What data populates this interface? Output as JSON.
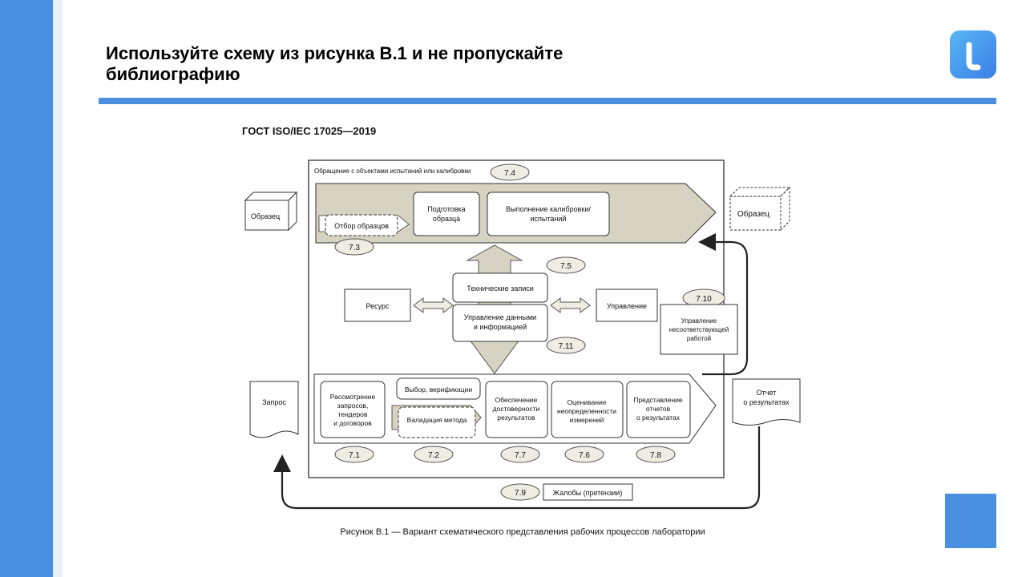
{
  "slide": {
    "title_line1": "Используйте схему из рисунка В.1 и не пропускайте",
    "title_line2": "библиографию"
  },
  "figure": {
    "standard": "ГОСТ ISO/IEC 17025—2019",
    "caption": "Рисунок В.1 — Вариант схематического представления рабочих процессов лаборатории",
    "handling_label": "Обращение с объектами испытаний или калибровки",
    "sample_in": "Образец",
    "sample_out": "Образец",
    "sampling": "Отбор образцов",
    "prep_line1": "Подготовка",
    "prep_line2": "образца",
    "exec_line1": "Выполнение калибровки/",
    "exec_line2": "испытаний",
    "tech_records": "Технические записи",
    "data_mgmt_line1": "Управление данными",
    "data_mgmt_line2": "и информацией",
    "resource": "Ресурс",
    "management": "Управление",
    "nc_line1": "Управление",
    "nc_line2": "несоответствующей",
    "nc_line3": "работой",
    "request": "Запрос",
    "report_line1": "Отчет",
    "report_line2": "о результатах",
    "review_line1": "Рассмотрение",
    "review_line2": "запросов,",
    "review_line3": "тендеров",
    "review_line4": "и договоров",
    "selection": "Выбор, верификации",
    "validation": "Валидация метода",
    "assurance_line1": "Обеспечение",
    "assurance_line2": "достоверности",
    "assurance_line3": "результатов",
    "uncertainty_line1": "Оценивание",
    "uncertainty_line2": "неопределенности",
    "uncertainty_line3": "измерений",
    "reporting_line1": "Представление",
    "reporting_line2": "отчетов",
    "reporting_line3": "о результатах",
    "complaints": "Жалобы (претензии)",
    "clauses": {
      "c74": "7.4",
      "c73": "7.3",
      "c75": "7.5",
      "c710": "7.10",
      "c711": "7.11",
      "c71": "7.1",
      "c72": "7.2",
      "c77": "7.7",
      "c76": "7.6",
      "c78": "7.8",
      "c79": "7.9"
    }
  }
}
